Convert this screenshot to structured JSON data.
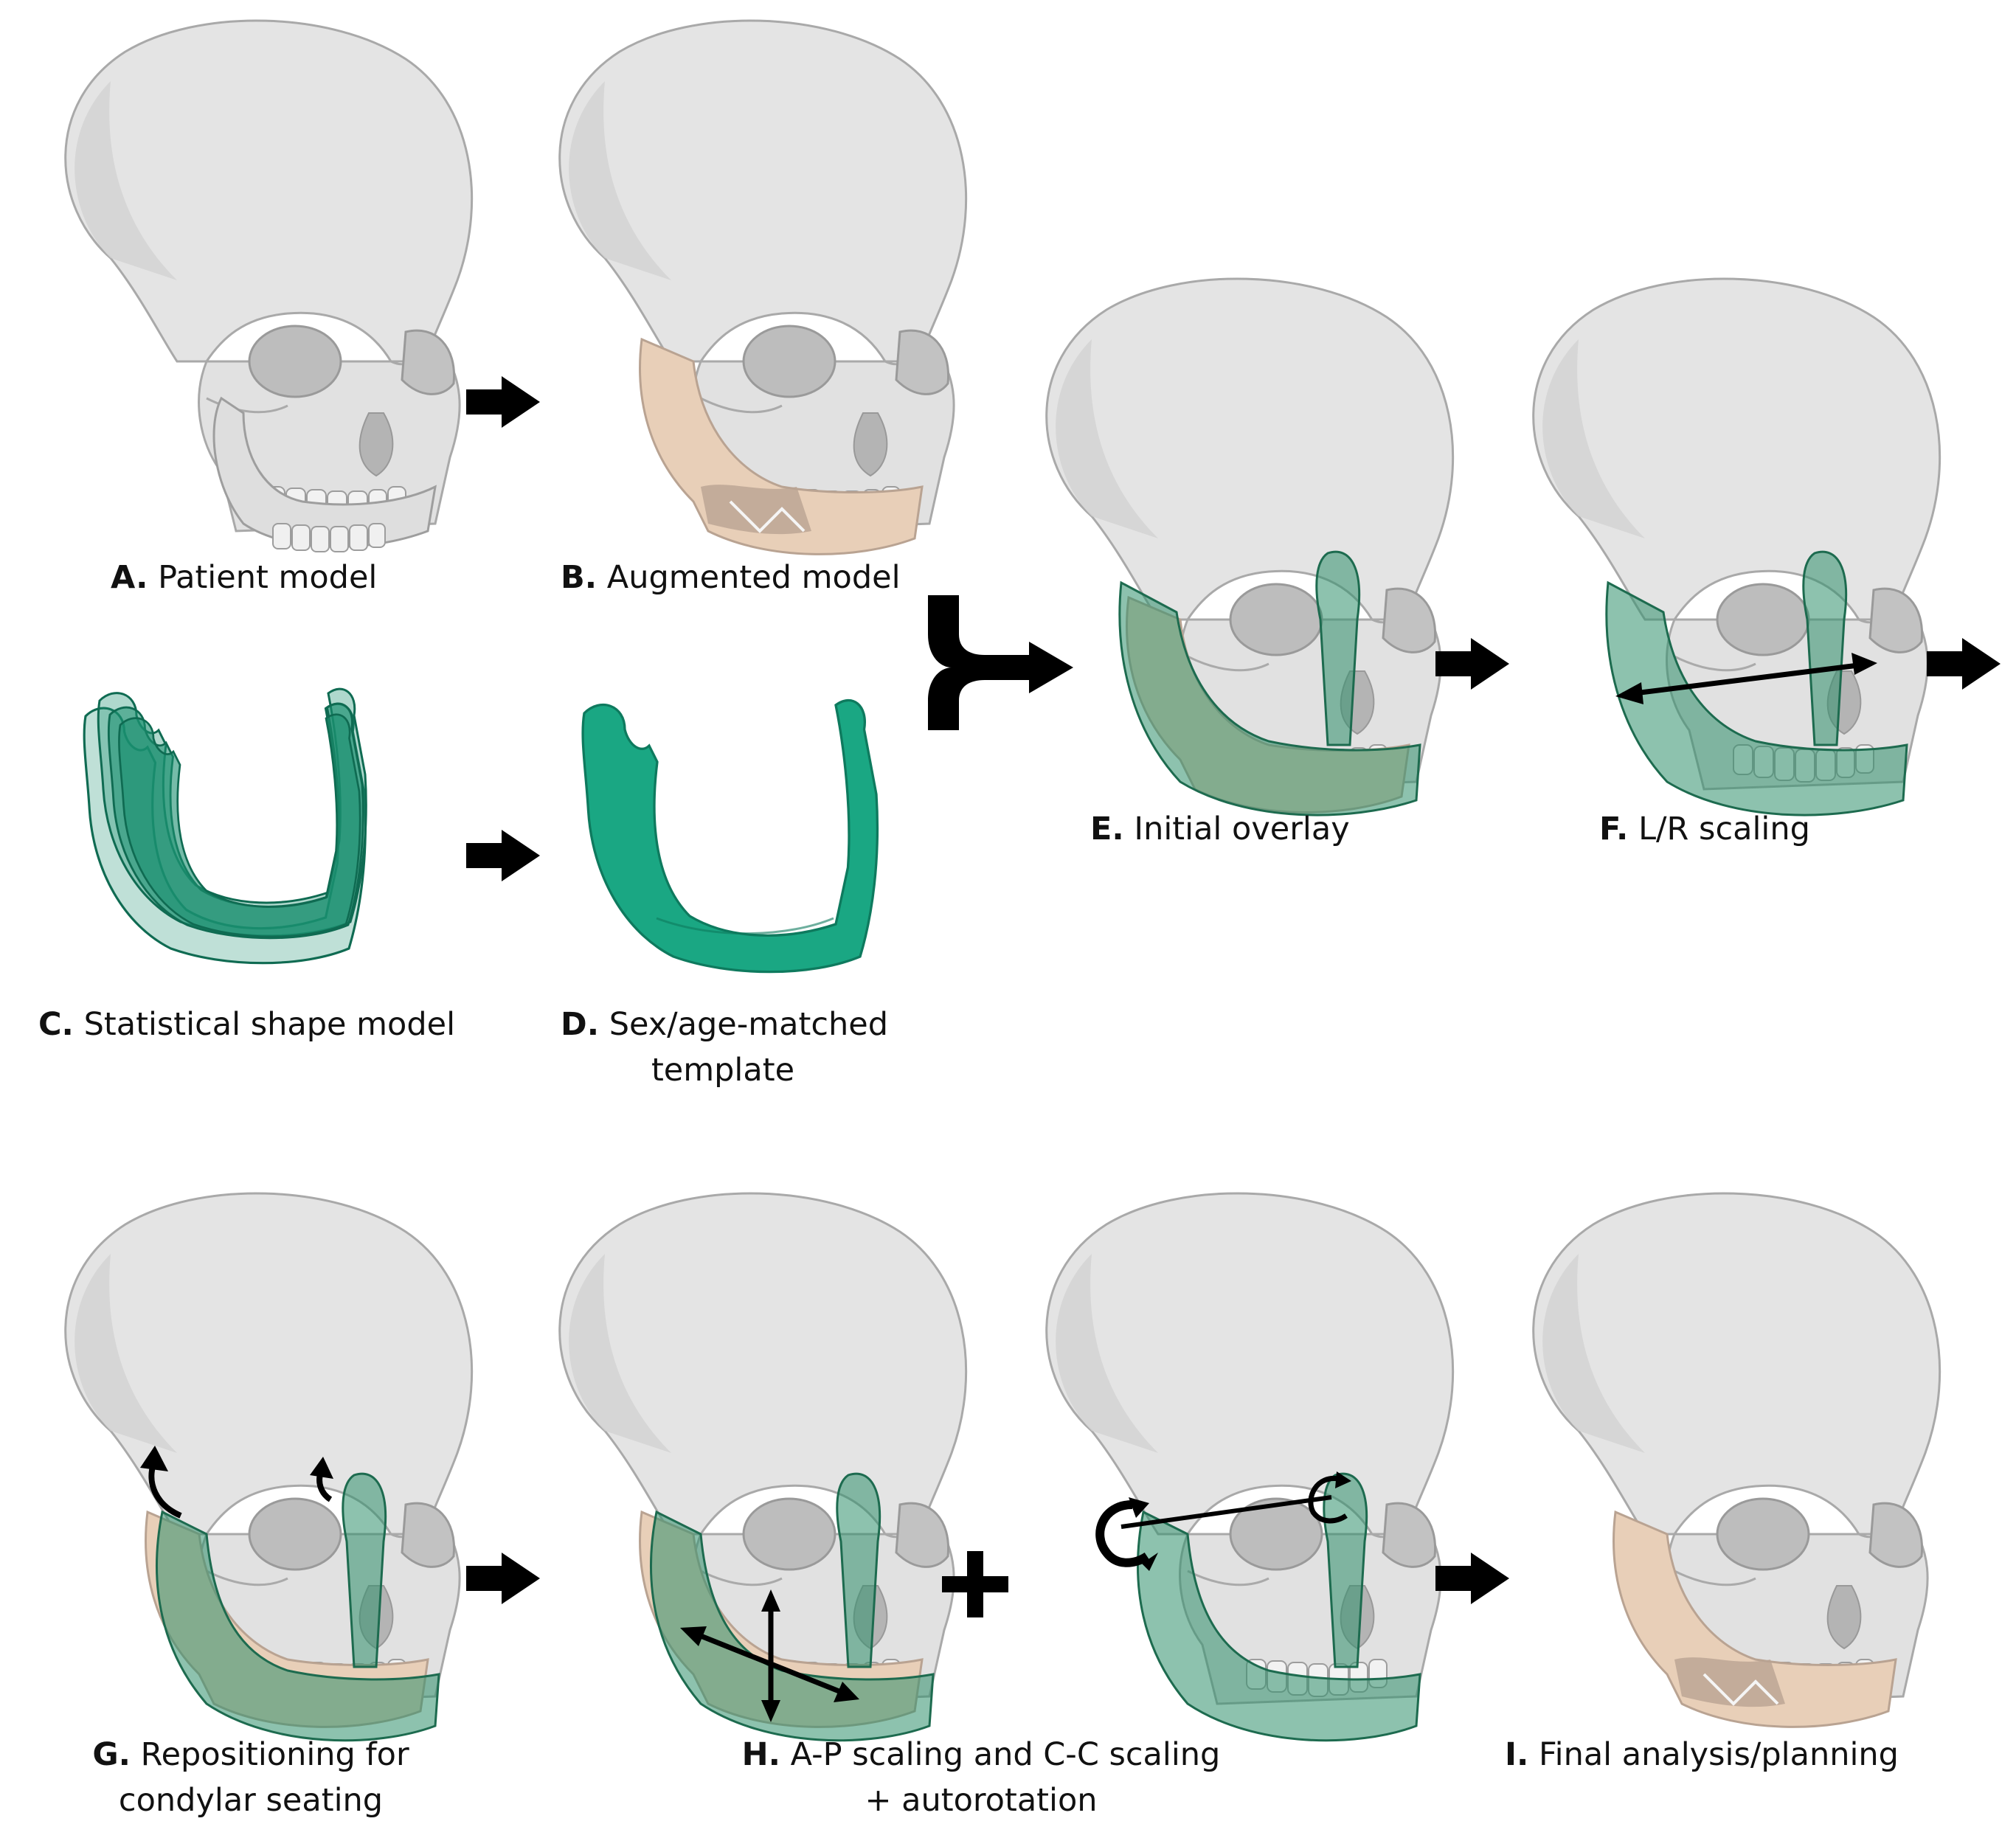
{
  "colors": {
    "bone": "#e3e3e3",
    "bone_shade": "#c9c9c9",
    "bone_outline": "#9e9e9e",
    "tan": "#e8cfb8",
    "tan_dark": "#b9a392",
    "template_green": "#1aa783",
    "overlay_green": "#2f8f6b",
    "arrow": "#000000"
  },
  "icons": [
    "skull-icon",
    "mandible-template-icon",
    "arrow-right-icon",
    "merge-arrow-icon",
    "plus-icon",
    "rotation-arrow-icon",
    "scaling-arrow-icon"
  ],
  "panels": {
    "A": {
      "letter": "A.",
      "caption": "Patient model"
    },
    "B": {
      "letter": "B.",
      "caption": "Augmented model"
    },
    "C": {
      "letter": "C.",
      "caption": "Statistical shape model"
    },
    "D": {
      "letter": "D.",
      "caption_line1": "Sex/age-matched",
      "caption_line2": "template"
    },
    "E": {
      "letter": "E.",
      "caption": "Initial overlay"
    },
    "F": {
      "letter": "F.",
      "caption": "L/R scaling"
    },
    "G": {
      "letter": "G.",
      "caption_line1": "Repositioning for",
      "caption_line2": "condylar seating"
    },
    "H": {
      "letter": "H.",
      "caption_line1": "A-P scaling and C-C scaling",
      "caption_line2": "+ autorotation"
    },
    "I": {
      "letter": "I.",
      "caption": "Final analysis/planning"
    }
  }
}
